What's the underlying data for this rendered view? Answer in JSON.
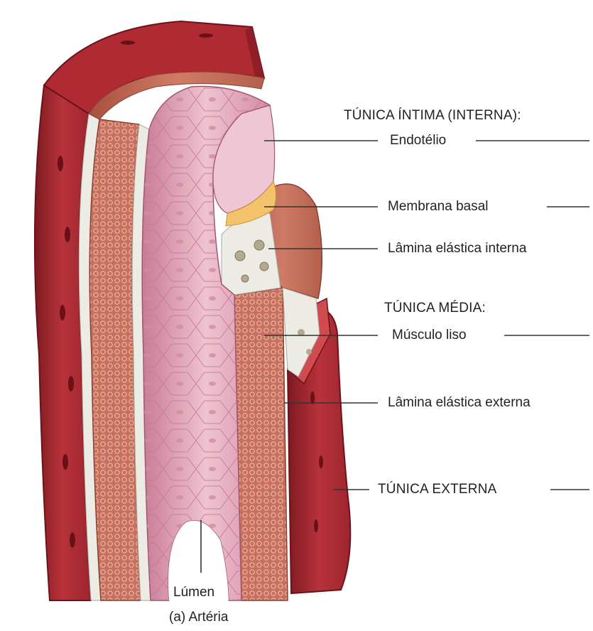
{
  "colors": {
    "adventitia": "#b8323a",
    "adventitia_dark": "#8c1f27",
    "media_muscle": "#c9735f",
    "media_fiber": "#e3b3a1",
    "elastic_lamina": "#ecebe4",
    "intima": "#df9aaf",
    "intima_light": "#efc3d0",
    "basal_membrane": "#f2c36a",
    "leader_line": "#333333"
  },
  "labels": {
    "tunica_intima": "TÚNICA ÍNTIMA (INTERNA):",
    "endotelio": "Endotélio",
    "membrana_basal": "Membrana basal",
    "lamina_elastica_interna": "Lâmina elástica interna",
    "tunica_media": "TÚNICA MÉDIA:",
    "musculo_liso": "Músculo liso",
    "lamina_elastica_externa": "Lâmina elástica externa",
    "tunica_externa": "TÚNICA EXTERNA",
    "lumen": "Lúmen",
    "caption": "(a) Artéria"
  }
}
